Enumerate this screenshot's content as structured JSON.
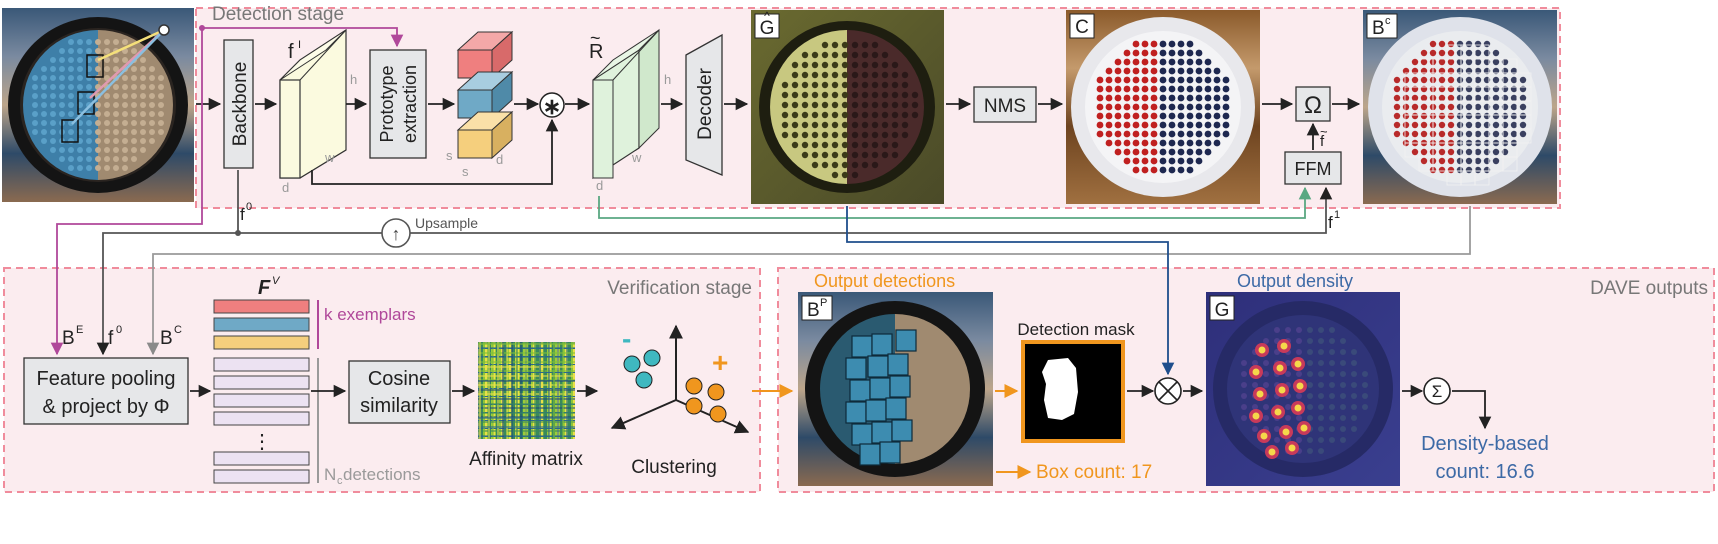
{
  "stages": {
    "detection": "Detection stage",
    "verification": "Verification stage",
    "outputs": "DAVE outputs"
  },
  "blocks": {
    "backbone": "Backbone",
    "prototype_line1": "Prototype",
    "prototype_line2": "extraction",
    "decoder": "Decoder",
    "nms": "NMS",
    "omega": "Ω",
    "ffm": "FFM",
    "feature_pool_line1": "Feature pooling",
    "feature_pool_line2": "& project by Φ",
    "cosine_line1": "Cosine",
    "cosine_line2": "similarity",
    "star_op": "∗",
    "mult_op": "⊗",
    "sum_op": "Σ",
    "upsample_op": "↑"
  },
  "tensors": {
    "f_main": "f",
    "f_sup": "I",
    "r_main": "R",
    "r_accent": "~",
    "h": "h",
    "w": "w",
    "d": "d",
    "s": "s",
    "f0_main": "f",
    "f0_sup": "0",
    "f1_main": "f",
    "f1_sup": "1",
    "ftilde": "f",
    "ftilde_accent": "~"
  },
  "labels": {
    "upsample": "Upsample",
    "be_main": "B",
    "be_sup": "E",
    "bc_main": "B",
    "bc_sup": "C",
    "fv_main": "F",
    "fv_sup": "V",
    "k_exemplars": "k exemplars",
    "nc_main": "N",
    "nc_sub": "c",
    "nc_rest": " detections",
    "affinity": "Affinity matrix",
    "clustering": "Clustering",
    "output_detections": "Output detections",
    "detection_mask": "Detection mask",
    "box_count": "Box count: 17",
    "output_density": "Output density",
    "density_line1": "Density-based",
    "density_line2": "count: 16.6",
    "minus": "-",
    "plus": "+",
    "vdots": "⋮"
  },
  "image_tags": {
    "g_hat": "G",
    "g_hat_accent": "^",
    "c": "C",
    "bc_main": "B",
    "bc_sup": "c",
    "bp_main": "B",
    "bp_sup": "P",
    "g": "G"
  },
  "colors": {
    "stage_fill": "#fbecef",
    "stage_border": "#f08c9c",
    "purple": "#b0489a",
    "orange": "#f0961e",
    "green": "#5aa882",
    "navy": "#1f4e8c",
    "gray": "#8a8a8a",
    "block_fill": "#e6e7e9",
    "exemplar_red": "#ef7f7f",
    "exemplar_blue": "#6fa9c6",
    "exemplar_yellow": "#f5cf7d",
    "detection_fill": "#ece2f2",
    "density_title": "#3d6aa6"
  }
}
